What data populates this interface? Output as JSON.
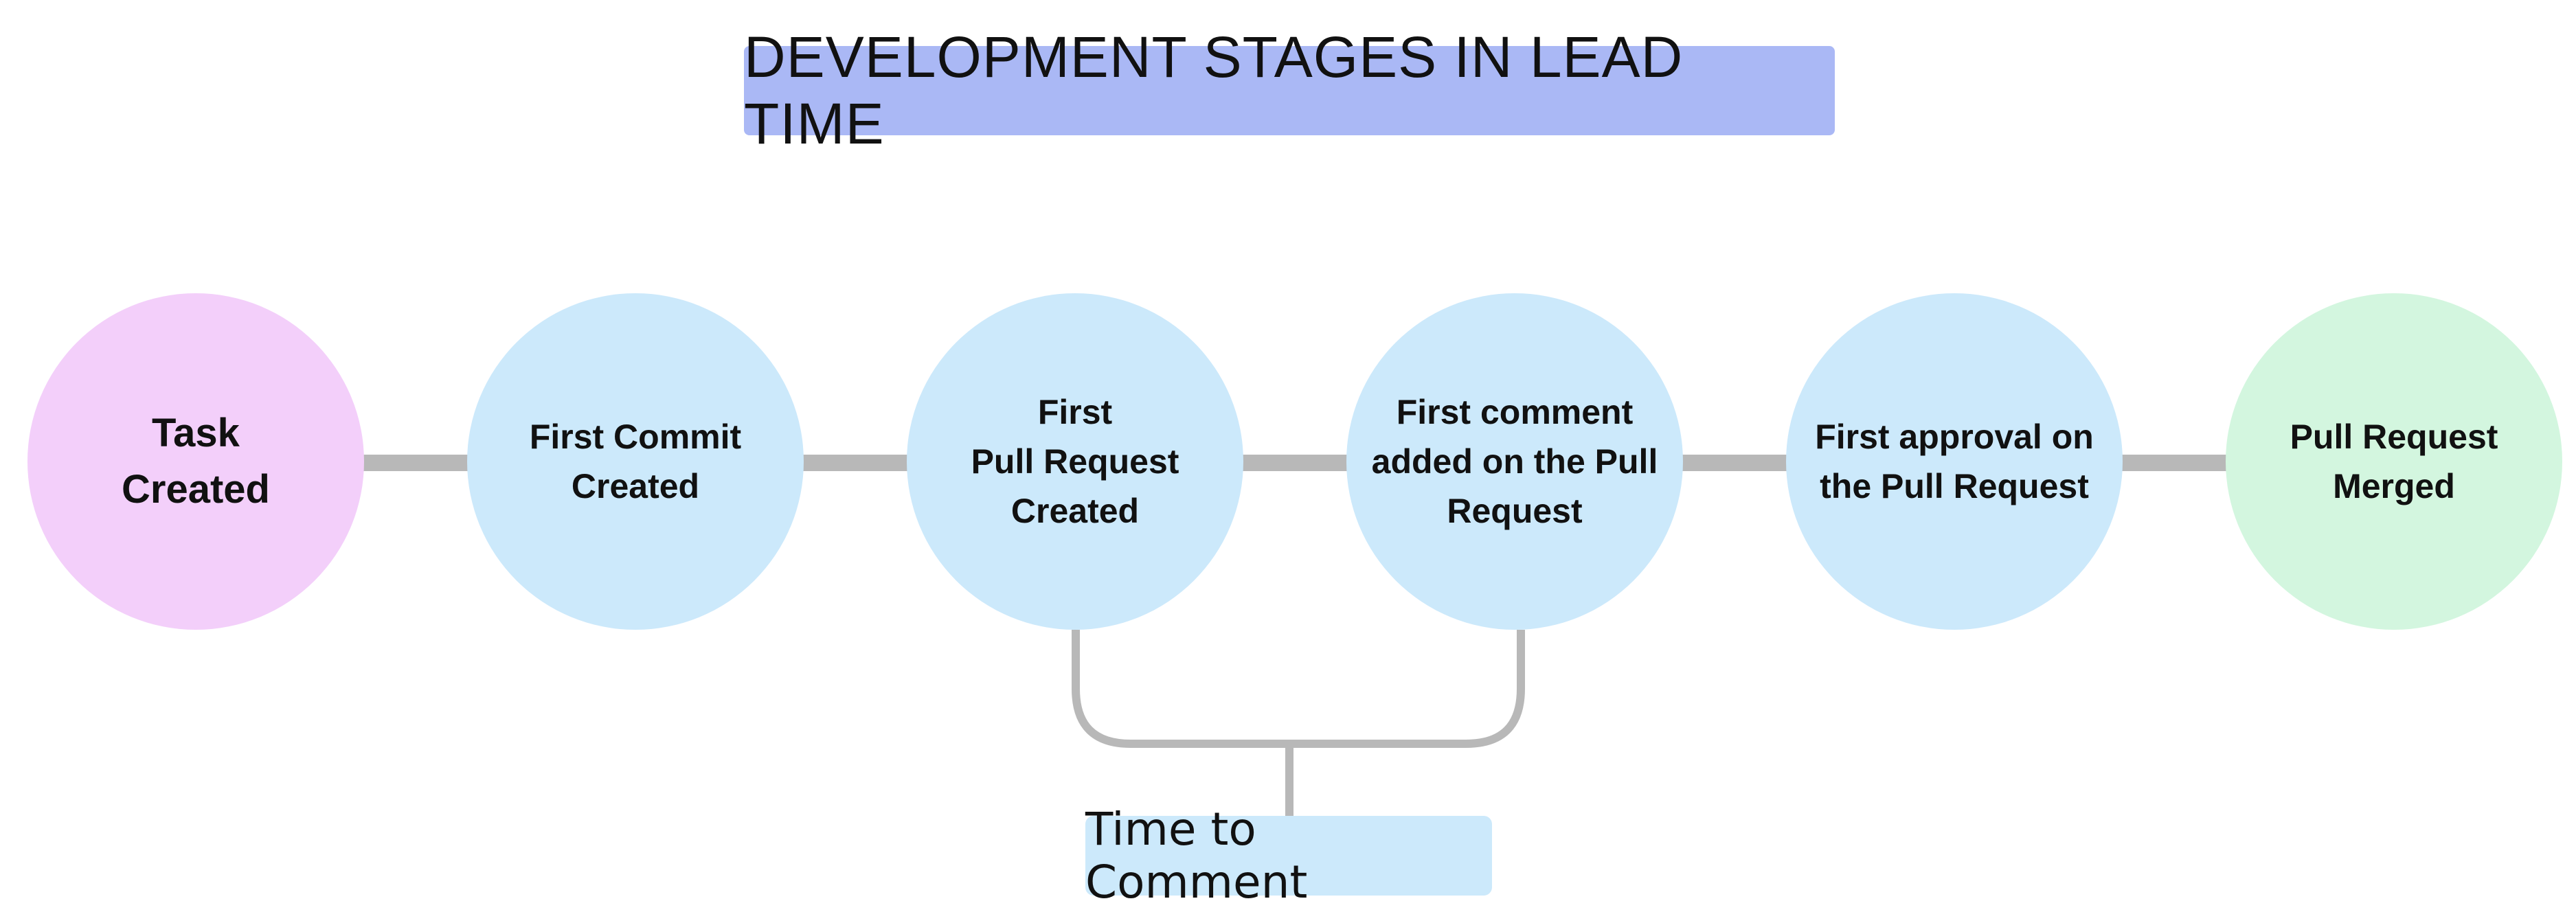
{
  "title": "DEVELOPMENT STAGES IN LEAD TIME",
  "stages": [
    {
      "label": "Task\nCreated",
      "color": "#f3cffa"
    },
    {
      "label": "First Commit\nCreated",
      "color": "#cce9fb"
    },
    {
      "label": "First\nPull Request\nCreated",
      "color": "#cce9fb"
    },
    {
      "label": "First comment\nadded on the Pull\nRequest",
      "color": "#cce9fb"
    },
    {
      "label": "First approval on\nthe Pull Request",
      "color": "#cce9fb"
    },
    {
      "label": "Pull Request\nMerged",
      "color": "#d3f6df"
    }
  ],
  "span": {
    "label": "Time to Comment",
    "from_stage": 3,
    "to_stage": 4
  },
  "colors": {
    "title_background": "#aab8f5",
    "connector": "#b8b8b8",
    "span_label_background": "#cce9fb"
  }
}
